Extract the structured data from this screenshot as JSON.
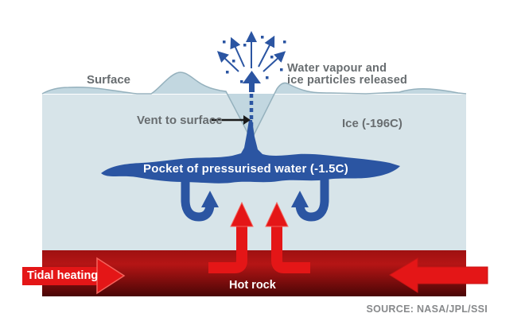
{
  "diagram": {
    "labels": {
      "surface": "Surface",
      "vapour_line1": "Water vapour and",
      "vapour_line2": "ice particles released",
      "vent": "Vent to surface",
      "ice": "Ice (-196C)",
      "pocket": "Pocket of pressurised water (-1.5C)",
      "tidal_heating": "Tidal heating",
      "hot_rock": "Hot rock",
      "source": "SOURCE: NASA/JPL/SSI"
    },
    "colors": {
      "ice_fill": "#d7e4e9",
      "terrain_fill": "#c2d7e0",
      "terrain_outline": "#95b1bd",
      "water_blue": "#2b55a2",
      "hot_red": "#e41617",
      "hot_red_light": "#f4635c",
      "rock_top": "#9e1111",
      "rock_mid": "#b51515",
      "rock_bottom": "#4a0606",
      "label_gray": "#686d70",
      "source_gray": "#87898b",
      "pointer_black": "#1a1a1a"
    }
  }
}
